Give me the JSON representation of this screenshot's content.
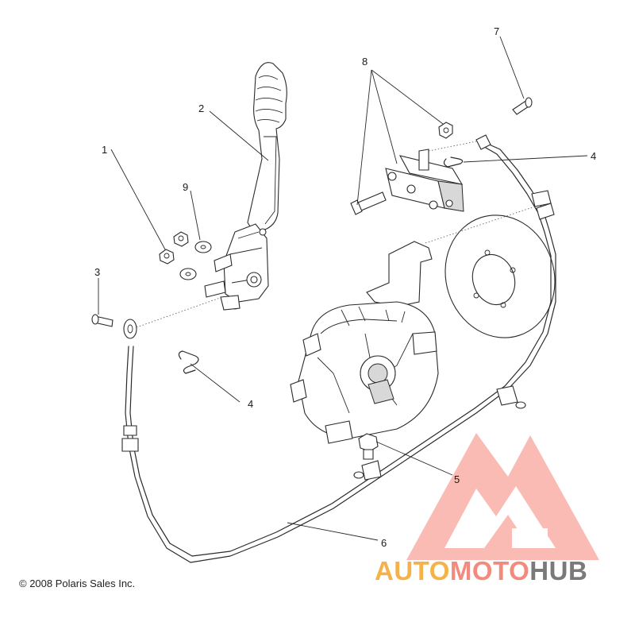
{
  "diagram": {
    "callouts": {
      "c1": "1",
      "c2": "2",
      "c3": "3",
      "c4a": "4",
      "c4b": "4",
      "c5": "5",
      "c6": "6",
      "c7": "7",
      "c8": "8",
      "c9": "9"
    },
    "copyright": "© 2008 Polaris Sales Inc."
  },
  "watermark": {
    "part1": "AUTO",
    "part2": "MOTO",
    "part3": "HUB",
    "colors": {
      "auto": "#f5b24a",
      "moto": "#f28b7e",
      "hub": "#7a7a7a",
      "logo": "#f28b7e"
    }
  }
}
